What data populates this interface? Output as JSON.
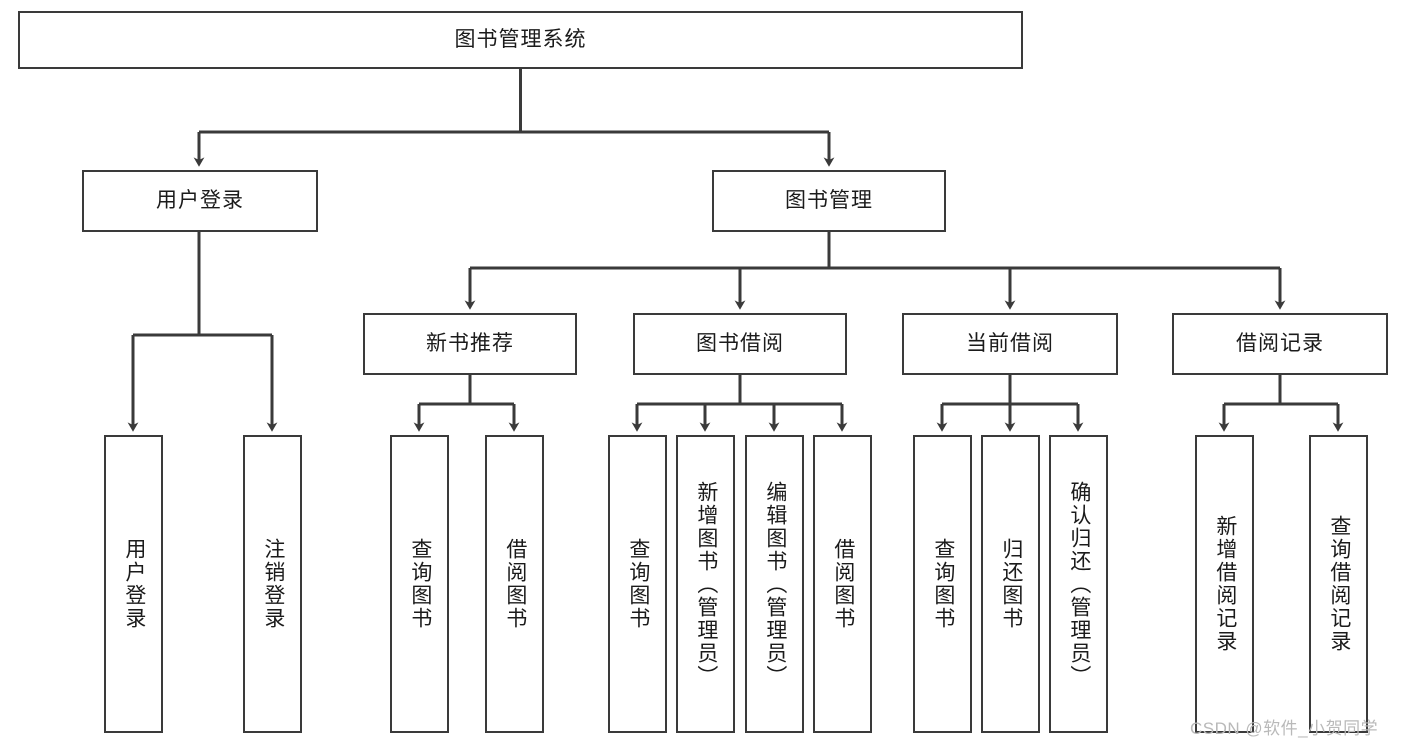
{
  "diagram": {
    "type": "tree-hierarchy",
    "orientation": "top-down",
    "colors": {
      "node_border": "#3a3a3a",
      "node_fill": "#ffffff",
      "edge": "#3a3a3a",
      "text": "#1b1b1b",
      "watermark": "#b9b9b9"
    },
    "root": {
      "label": "图书管理系统"
    },
    "level2": [
      {
        "label": "用户登录"
      },
      {
        "label": "图书管理"
      }
    ],
    "level3": [
      {
        "label": "新书推荐"
      },
      {
        "label": "图书借阅"
      },
      {
        "label": "当前借阅"
      },
      {
        "label": "借阅记录"
      }
    ],
    "leaves_user_login": [
      {
        "label": "用户登录"
      },
      {
        "label": "注销登录"
      }
    ],
    "leaves_new_books": [
      {
        "label": "查询图书"
      },
      {
        "label": "借阅图书"
      }
    ],
    "leaves_borrow": [
      {
        "label": "查询图书"
      },
      {
        "label": "新增图书（管理员）"
      },
      {
        "label": "编辑图书（管理员）"
      },
      {
        "label": "借阅图书"
      }
    ],
    "leaves_current": [
      {
        "label": "查询图书"
      },
      {
        "label": "归还图书"
      },
      {
        "label": "确认归还（管理员）"
      }
    ],
    "leaves_records": [
      {
        "label": "新增借阅记录"
      },
      {
        "label": "查询借阅记录"
      }
    ]
  },
  "watermark": {
    "text": "CSDN @软件_小贺同学"
  }
}
